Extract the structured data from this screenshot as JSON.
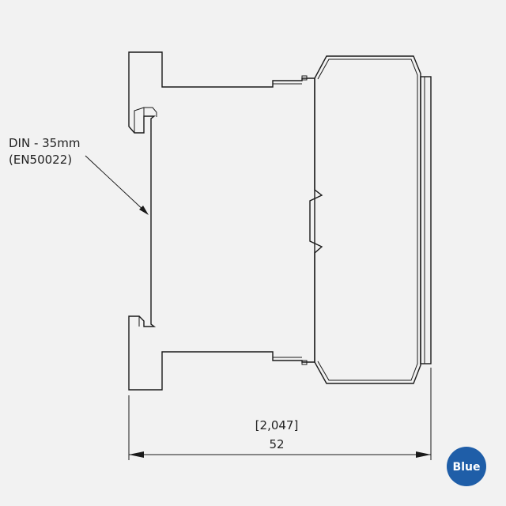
{
  "callout": {
    "line1": "DIN - 35mm",
    "line2": "(EN50022)"
  },
  "dimension": {
    "inch_value": "[2,047]",
    "mm_value": "52"
  },
  "badge": {
    "label": "Blue",
    "color": "#1f5ea8"
  }
}
